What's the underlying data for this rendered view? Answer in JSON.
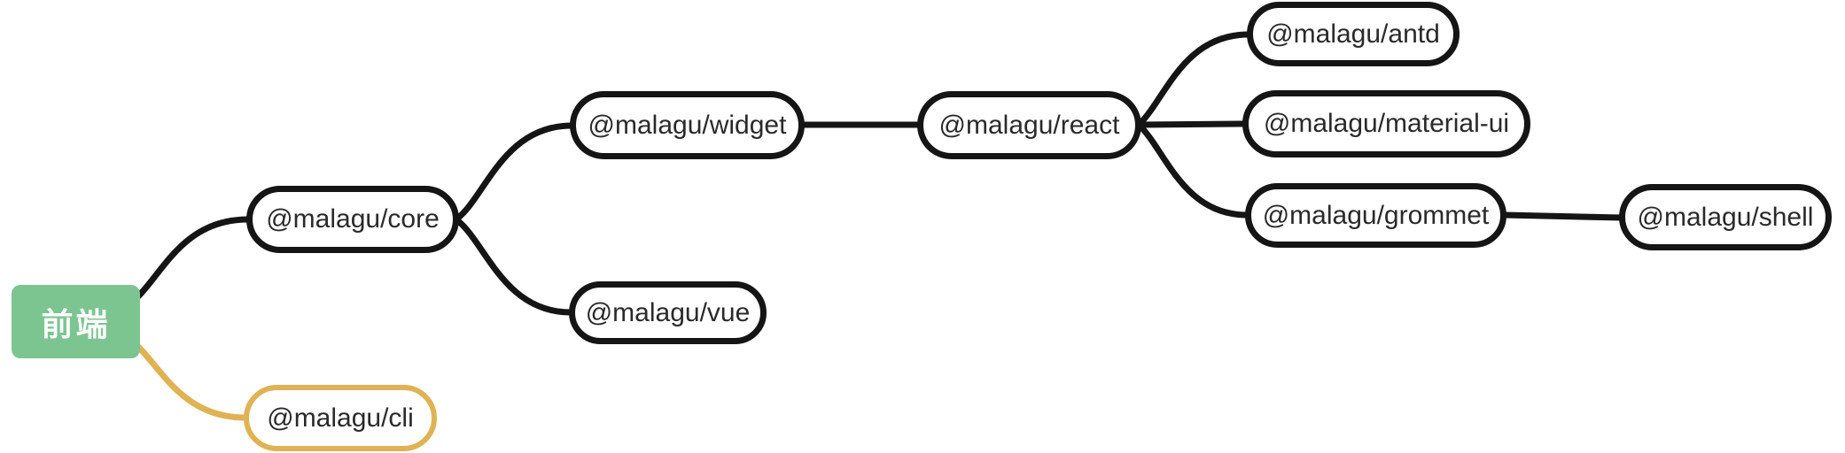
{
  "diagram": {
    "type": "mindmap",
    "background": "#ffffff",
    "colors": {
      "edge": "#151515",
      "node_border": "#151515",
      "node_fill": "#ffffff",
      "node_text": "#2a2a2a",
      "highlight": "#dfb254",
      "root_fill": "#7cc591",
      "root_text": "#ffffff"
    },
    "nodes": [
      {
        "id": "root",
        "label": "前端",
        "style": "root"
      },
      {
        "id": "core",
        "label": "@malagu/core",
        "style": "default"
      },
      {
        "id": "cli",
        "label": "@malagu/cli",
        "style": "highlight"
      },
      {
        "id": "widget",
        "label": "@malagu/widget",
        "style": "default"
      },
      {
        "id": "vue",
        "label": "@malagu/vue",
        "style": "default"
      },
      {
        "id": "react",
        "label": "@malagu/react",
        "style": "default"
      },
      {
        "id": "antd",
        "label": "@malagu/antd",
        "style": "default"
      },
      {
        "id": "material_ui",
        "label": "@malagu/material-ui",
        "style": "default"
      },
      {
        "id": "grommet",
        "label": "@malagu/grommet",
        "style": "default"
      },
      {
        "id": "shell",
        "label": "@malagu/shell",
        "style": "default"
      }
    ],
    "edges": [
      {
        "from": "root",
        "to": "core",
        "color": "#151515"
      },
      {
        "from": "root",
        "to": "cli",
        "color": "#dfb254"
      },
      {
        "from": "core",
        "to": "widget",
        "color": "#151515"
      },
      {
        "from": "core",
        "to": "vue",
        "color": "#151515"
      },
      {
        "from": "widget",
        "to": "react",
        "color": "#151515"
      },
      {
        "from": "react",
        "to": "antd",
        "color": "#151515"
      },
      {
        "from": "react",
        "to": "material_ui",
        "color": "#151515"
      },
      {
        "from": "react",
        "to": "grommet",
        "color": "#151515"
      },
      {
        "from": "grommet",
        "to": "shell",
        "color": "#151515"
      }
    ]
  }
}
